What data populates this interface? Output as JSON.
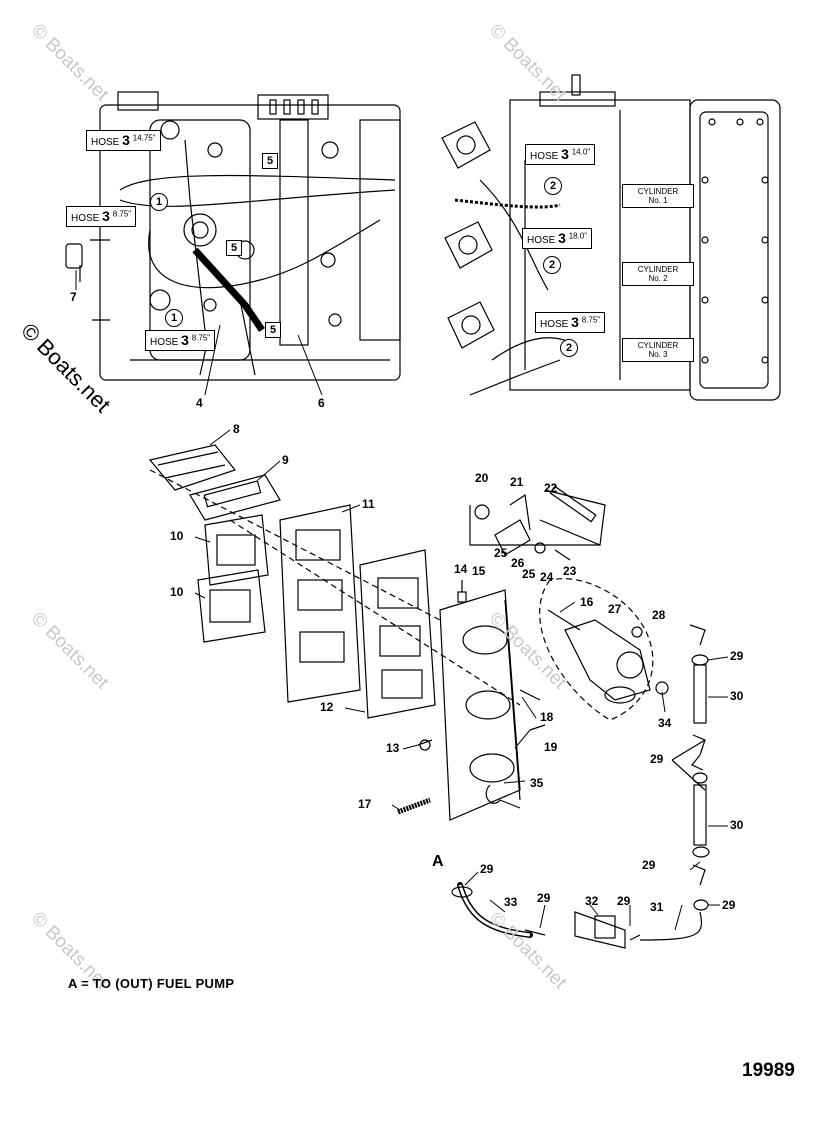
{
  "watermark": "© Boats.net",
  "hose_label": "HOSE",
  "hose_part": "3",
  "hose_lengths": [
    "14.75\"",
    "8.75\"",
    "8.75\"",
    "14.0\"",
    "18.0\"",
    "8.75\""
  ],
  "cylinder_labels": [
    {
      "line1": "CYLINDER",
      "line2": "No. 1"
    },
    {
      "line1": "CYLINDER",
      "line2": "No. 2"
    },
    {
      "line1": "CYLINDER",
      "line2": "No. 3"
    }
  ],
  "circle_markers": [
    "1",
    "1",
    "2",
    "2",
    "2"
  ],
  "square_markers": [
    "5",
    "5",
    "5"
  ],
  "callouts": [
    "4",
    "6",
    "7",
    "8",
    "9",
    "10",
    "10",
    "11",
    "12",
    "13",
    "14",
    "15",
    "16",
    "17",
    "18",
    "19",
    "20",
    "21",
    "22",
    "23",
    "24",
    "25",
    "25",
    "26",
    "27",
    "28",
    "29",
    "29",
    "29",
    "29",
    "29",
    "29",
    "30",
    "30",
    "31",
    "32",
    "33",
    "34",
    "35"
  ],
  "point_label": "A",
  "legend_note": "A = TO (OUT) FUEL PUMP",
  "figure_number": "19989"
}
